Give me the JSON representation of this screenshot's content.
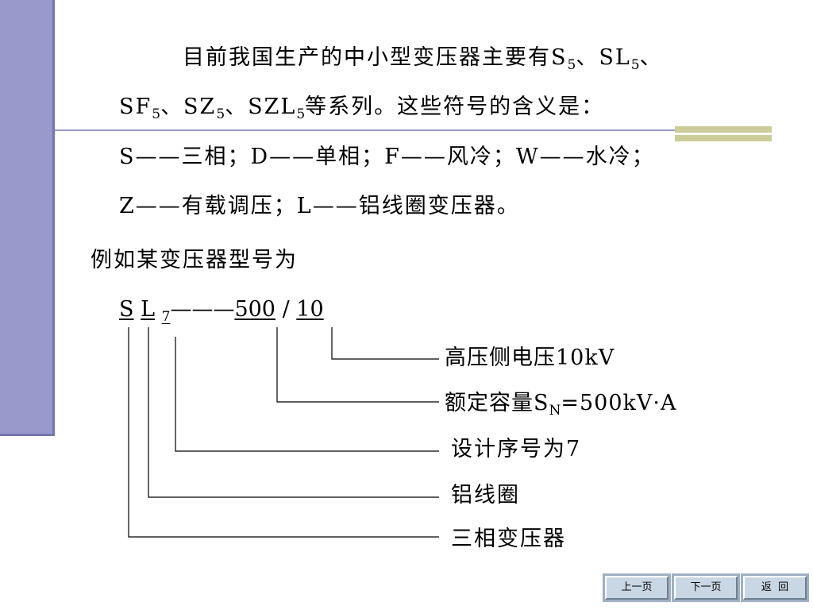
{
  "intro": {
    "line1_a": "目前我国生产的中小型变压器主要有S",
    "line1_sub1": "5",
    "line1_b": "、SL",
    "line1_sub2": "5",
    "line1_c": "、",
    "line2_a": "SF",
    "line2_sub1": "5",
    "line2_b": "、SZ",
    "line2_sub2": "5",
    "line2_c": "、SZL",
    "line2_sub3": "5",
    "line2_d": "等系列。这些符号的含义是：",
    "line3": "S——三相；D——单相；F——风冷；W——水冷；",
    "line4": "Z——有载调压；L——铝线圈变压器。"
  },
  "example": {
    "heading": "例如某变压器型号为",
    "model_s": "S",
    "model_l": "L",
    "model_7": "7",
    "model_dash": "———",
    "model_500": "500",
    "model_slash": " / ",
    "model_10": "10"
  },
  "labels": {
    "hv": "高压侧电压10kV",
    "rated_a": "额定容量S",
    "rated_sub": "N",
    "rated_b": "=500kV·A",
    "design": "设计序号为7",
    "aluminum": "铝线圈",
    "three_phase": "三相变压器"
  },
  "nav": {
    "prev": "上一页",
    "next": "下一页",
    "back": "返  回"
  }
}
